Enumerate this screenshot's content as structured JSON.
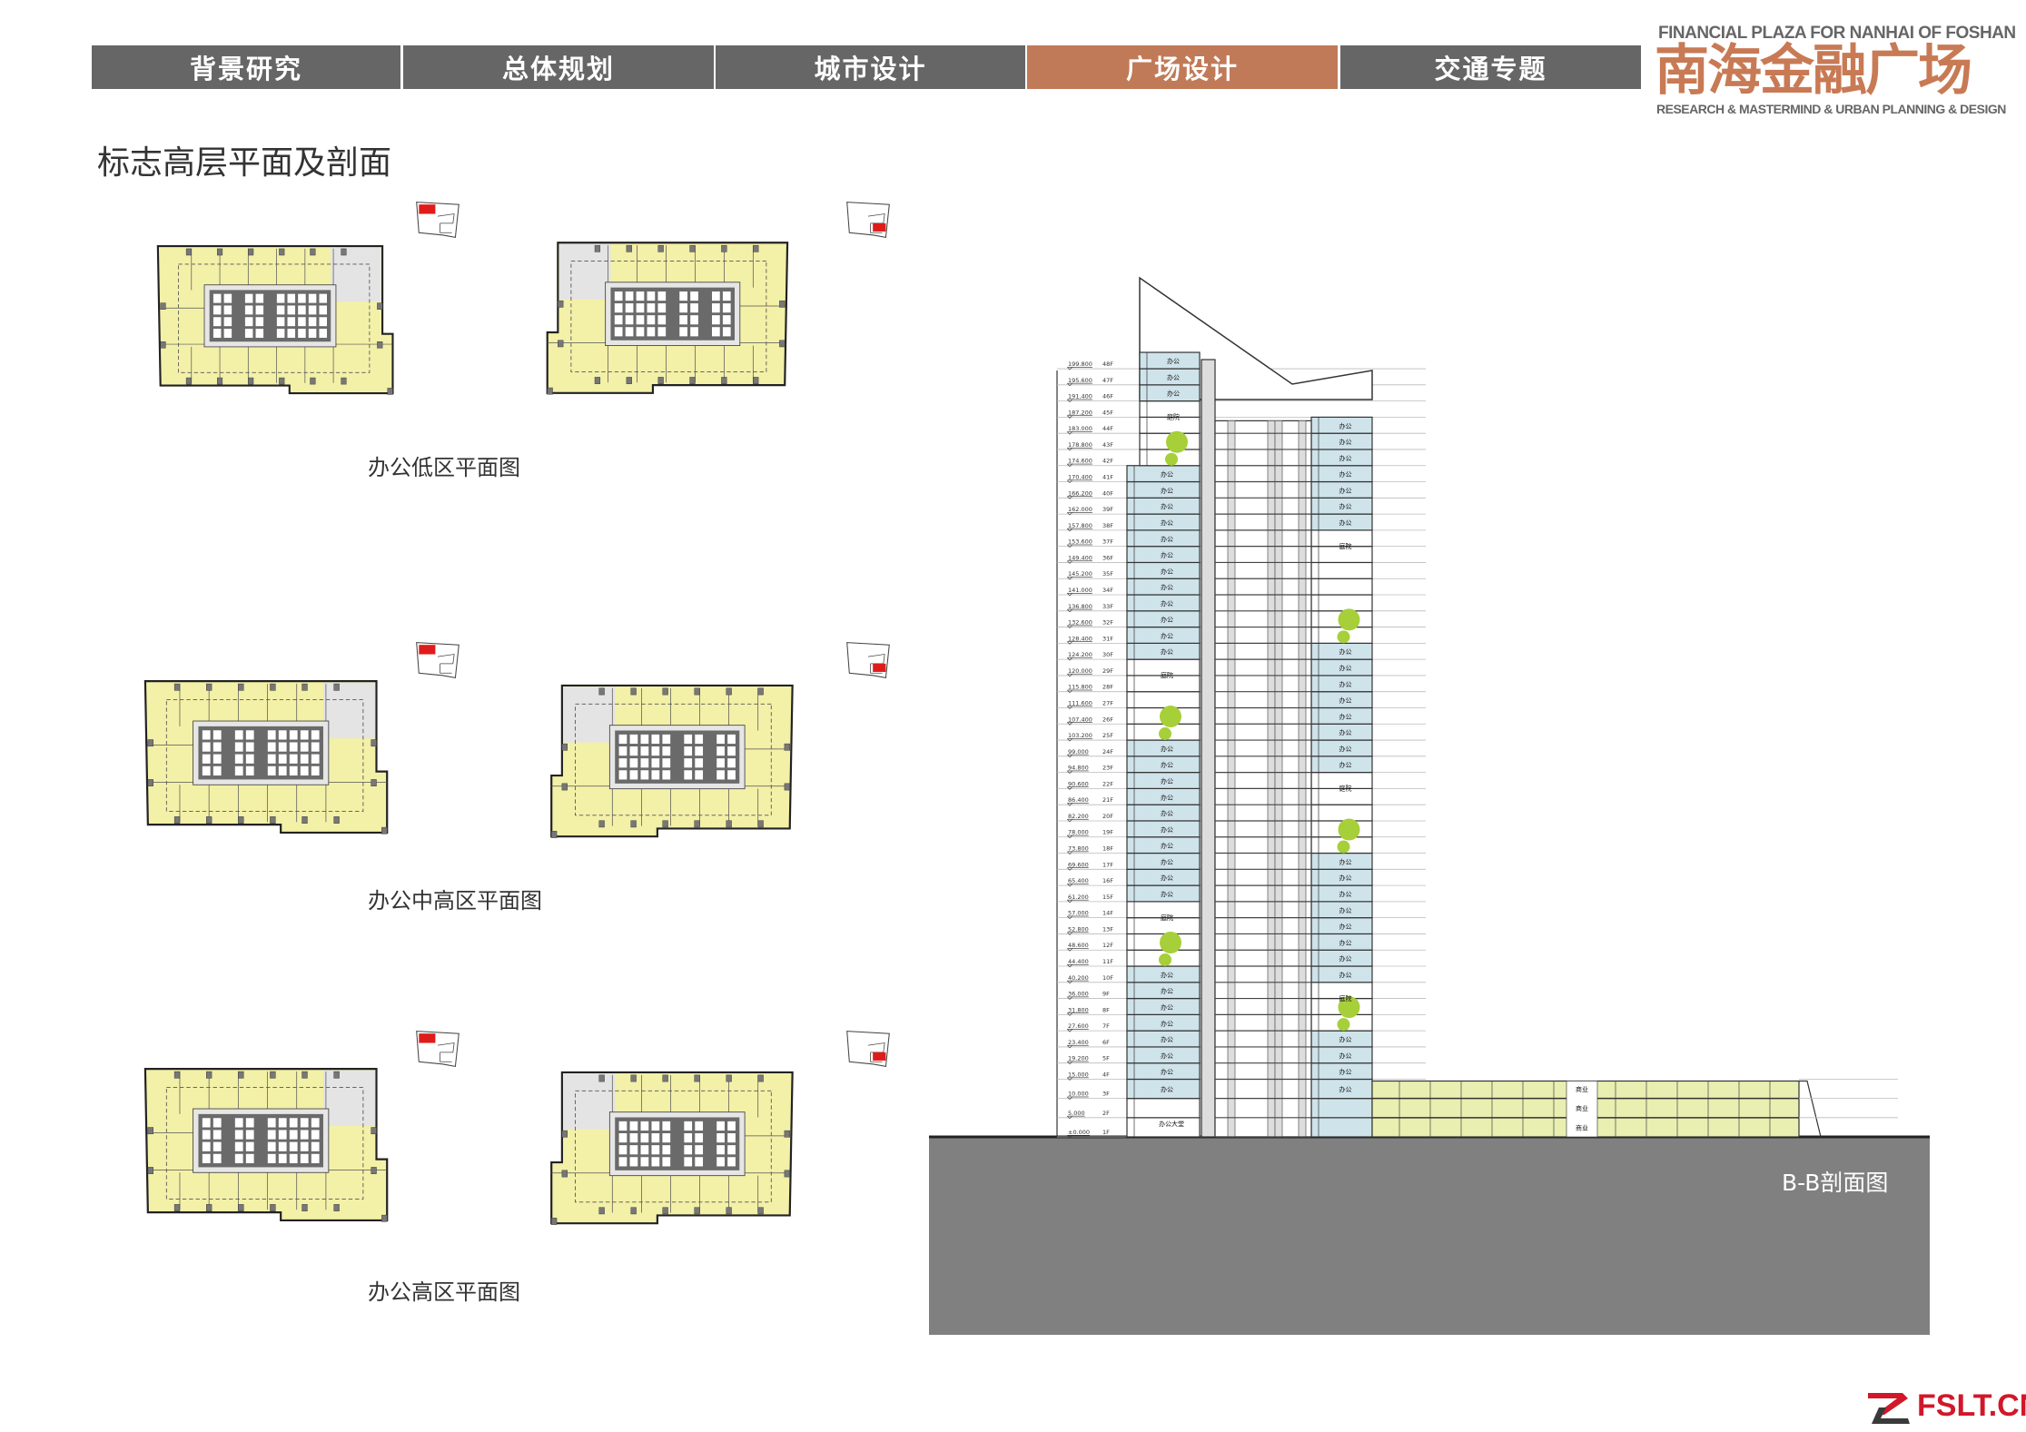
{
  "nav": {
    "tabs": [
      {
        "label": "背景研究",
        "active": false
      },
      {
        "label": "总体规划",
        "active": false
      },
      {
        "label": "城市设计",
        "active": false
      },
      {
        "label": "广场设计",
        "active": true
      },
      {
        "label": "交通专题",
        "active": false
      }
    ]
  },
  "logo": {
    "top": "FINANCIAL PLAZA FOR NANHAI OF FOSHAN",
    "main": "南海金融广场",
    "bottom": "RESEARCH & MASTERMIND & URBAN PLANNING & DESIGN"
  },
  "page_title": "标志高层平面及剖面",
  "plans": {
    "low": "办公低区平面图",
    "mid": "办公中高区平面图",
    "high": "办公高区平面图"
  },
  "section": {
    "label": "B-B剖面图",
    "room_office": "办公",
    "room_lobby": "办公大堂",
    "room_garden": "庭院",
    "room_retail": "商业",
    "levels": [
      {
        "floor": "1F",
        "elev": "±0.000"
      },
      {
        "floor": "2F",
        "elev": "5.000"
      },
      {
        "floor": "3F",
        "elev": "10.000"
      },
      {
        "floor": "4F",
        "elev": "15.000"
      },
      {
        "floor": "5F",
        "elev": "19.200"
      },
      {
        "floor": "6F",
        "elev": "23.400"
      },
      {
        "floor": "7F",
        "elev": "27.600"
      },
      {
        "floor": "8F",
        "elev": "31.800"
      },
      {
        "floor": "9F",
        "elev": "36.000"
      },
      {
        "floor": "10F",
        "elev": "40.200"
      },
      {
        "floor": "11F",
        "elev": "44.400"
      },
      {
        "floor": "12F",
        "elev": "48.600"
      },
      {
        "floor": "13F",
        "elev": "52.800"
      },
      {
        "floor": "14F",
        "elev": "57.000"
      },
      {
        "floor": "15F",
        "elev": "61.200"
      },
      {
        "floor": "16F",
        "elev": "65.400"
      },
      {
        "floor": "17F",
        "elev": "69.600"
      },
      {
        "floor": "18F",
        "elev": "73.800"
      },
      {
        "floor": "19F",
        "elev": "78.000"
      },
      {
        "floor": "20F",
        "elev": "82.200"
      },
      {
        "floor": "21F",
        "elev": "86.400"
      },
      {
        "floor": "22F",
        "elev": "90.600"
      },
      {
        "floor": "23F",
        "elev": "94.800"
      },
      {
        "floor": "24F",
        "elev": "99.000"
      },
      {
        "floor": "25F",
        "elev": "103.200"
      },
      {
        "floor": "26F",
        "elev": "107.400"
      },
      {
        "floor": "27F",
        "elev": "111.600"
      },
      {
        "floor": "28F",
        "elev": "115.800"
      },
      {
        "floor": "29F",
        "elev": "120.000"
      },
      {
        "floor": "30F",
        "elev": "124.200"
      },
      {
        "floor": "31F",
        "elev": "128.400"
      },
      {
        "floor": "32F",
        "elev": "132.600"
      },
      {
        "floor": "33F",
        "elev": "136.800"
      },
      {
        "floor": "34F",
        "elev": "141.000"
      },
      {
        "floor": "35F",
        "elev": "145.200"
      },
      {
        "floor": "36F",
        "elev": "149.400"
      },
      {
        "floor": "37F",
        "elev": "153.600"
      },
      {
        "floor": "38F",
        "elev": "157.800"
      },
      {
        "floor": "39F",
        "elev": "162.000"
      },
      {
        "floor": "40F",
        "elev": "166.200"
      },
      {
        "floor": "41F",
        "elev": "170.400"
      },
      {
        "floor": "42F",
        "elev": "174.600"
      },
      {
        "floor": "43F",
        "elev": "178.800"
      },
      {
        "floor": "44F",
        "elev": "183.000"
      },
      {
        "floor": "45F",
        "elev": "187.200"
      },
      {
        "floor": "46F",
        "elev": "191.400"
      },
      {
        "floor": "47F",
        "elev": "195.600"
      },
      {
        "floor": "48F",
        "elev": "199.800"
      }
    ]
  },
  "watermark": "FSLT.CN",
  "colors": {
    "tab": "#666666",
    "tab_active": "#c17a57",
    "brand": "#c87a55",
    "plan_fill": "#f3f0a8",
    "glass": "#cfe3ea",
    "podium": "#e8efb0",
    "ground": "#808080",
    "mark": "#e01b1b"
  }
}
